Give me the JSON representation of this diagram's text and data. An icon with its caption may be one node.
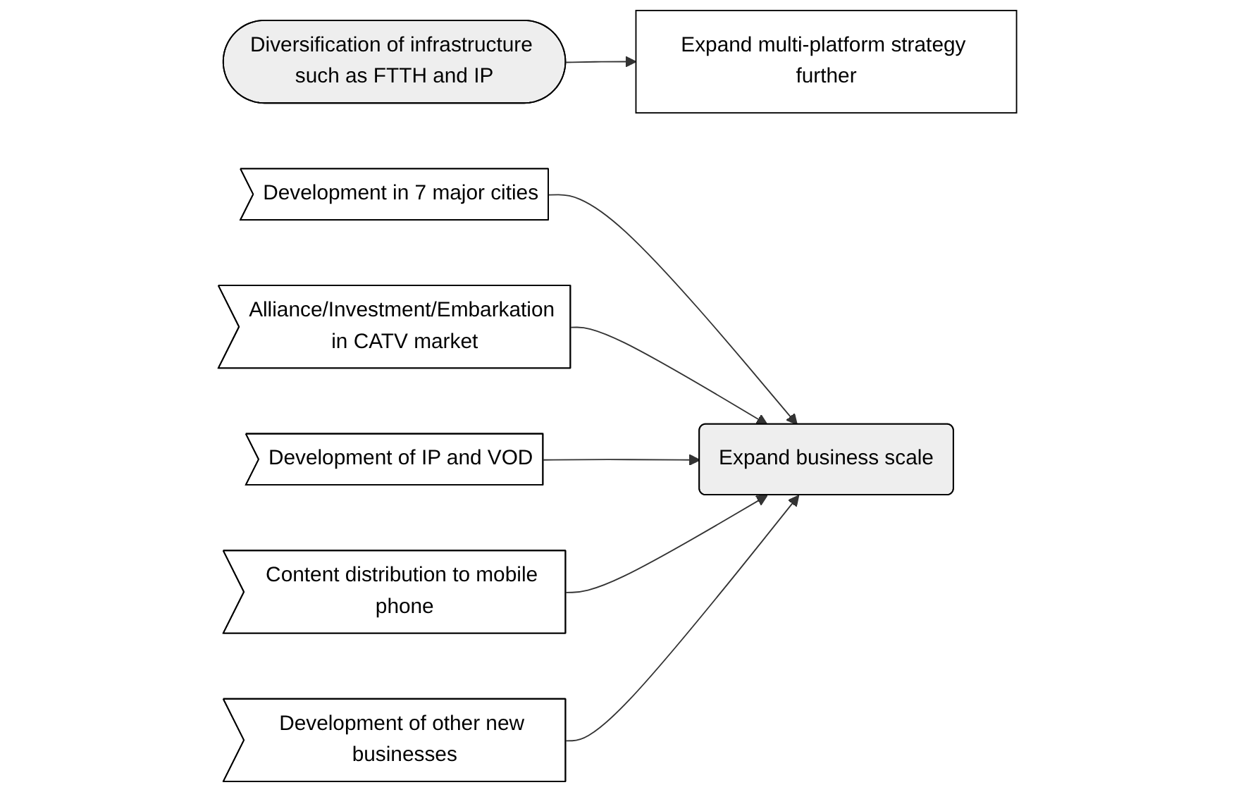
{
  "diagram": {
    "nodes": [
      {
        "text": [
          "Diversification of infrastructure such as FTTH and IP"
        ]
      },
      {
        "text": [
          "Expand multi-platform strategy further"
        ]
      },
      {
        "text": [
          "Development in 7 major cities"
        ]
      },
      {
        "text": [
          "Alliance/Investment/Embarkation in CATV market"
        ]
      },
      {
        "text": [
          "Development of IP and VOD"
        ]
      },
      {
        "text": [
          "Content distribution to mobile phone"
        ]
      },
      {
        "text": [
          "Development of other new businesses"
        ]
      },
      {
        "text": [
          "Expand business scale"
        ]
      }
    ],
    "edges": [
      {
        "from": 0,
        "to": 1,
        "arrow": "to"
      },
      {
        "from": 2,
        "to": 7,
        "arrow": "to"
      },
      {
        "from": 3,
        "to": 7,
        "arrow": "to"
      },
      {
        "from": 4,
        "to": 7,
        "arrow": "to"
      },
      {
        "from": 5,
        "to": 7,
        "arrow": "to"
      },
      {
        "from": 6,
        "to": 7,
        "arrow": "to"
      }
    ]
  }
}
